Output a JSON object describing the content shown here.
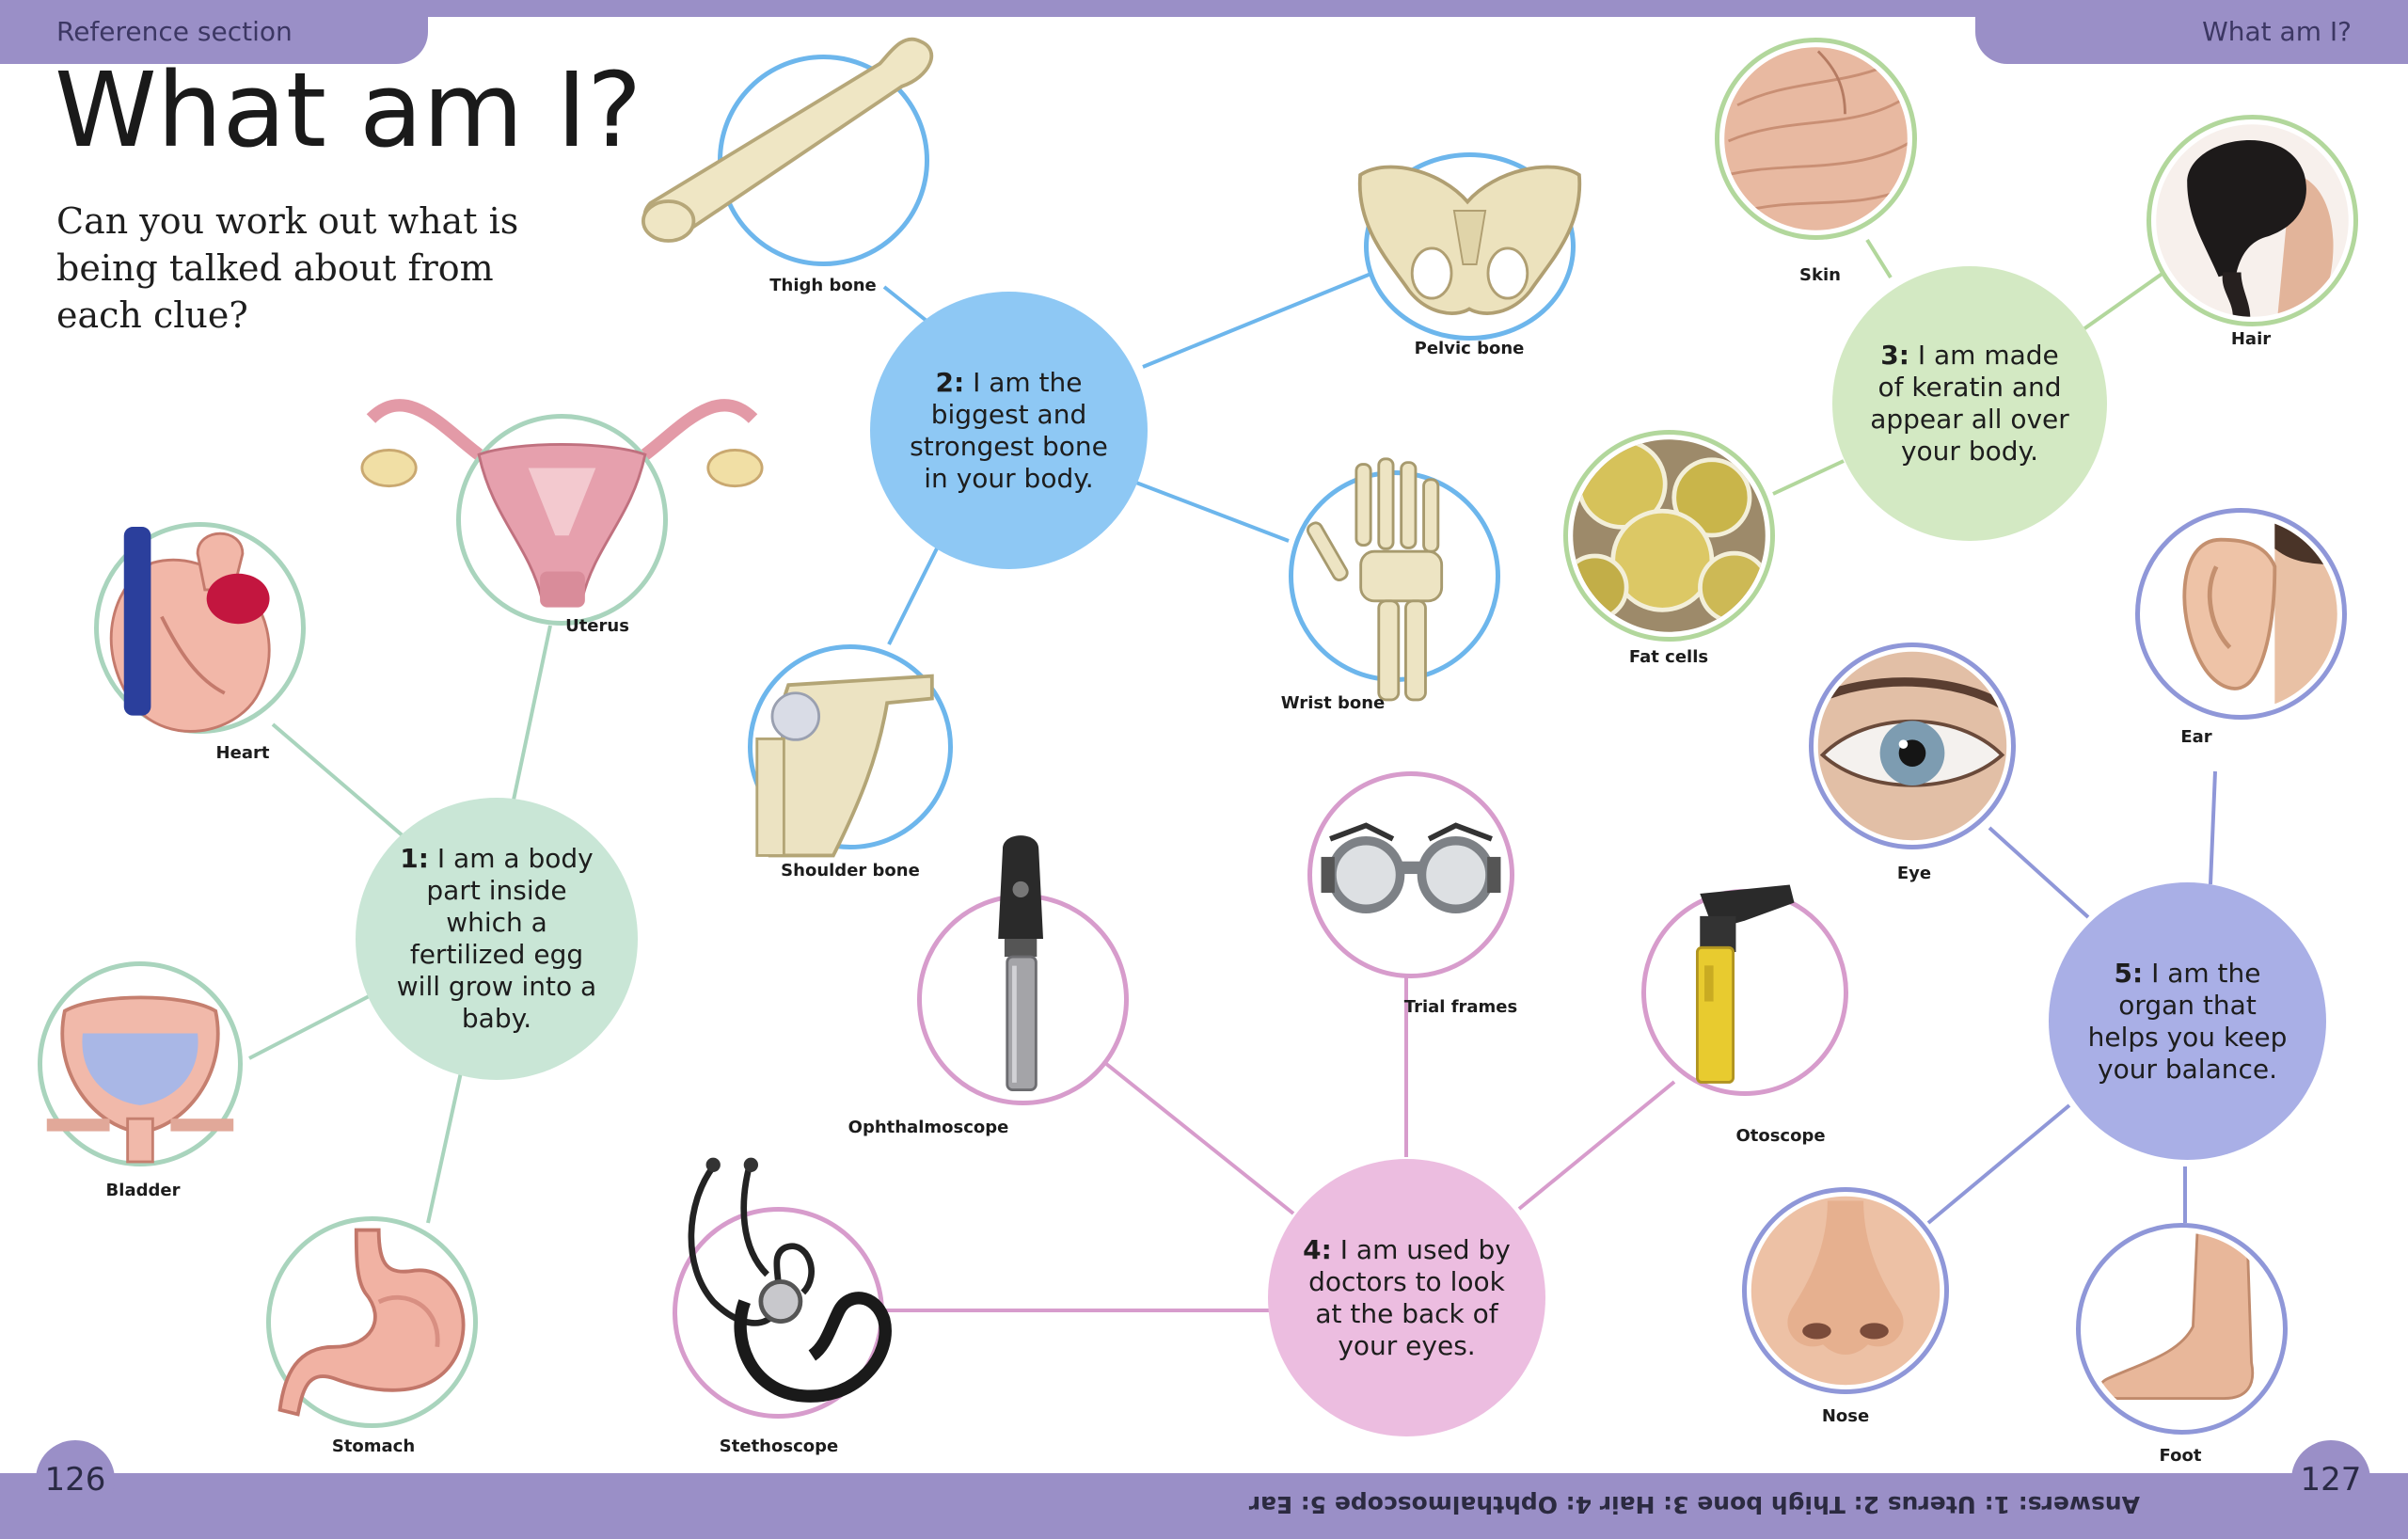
{
  "header": {
    "left": "Reference section",
    "right": "What am I?"
  },
  "title": "What am I?",
  "intro": "Can you work out what is being talked about from each clue?",
  "pages": {
    "left": "126",
    "right": "127"
  },
  "answers": "Answers: 1: Uterus 2: Thigh bone 3: Hair 4: Ophthalmoscope 5: Ear",
  "clues": [
    {
      "num": "1:",
      "text": "I am a body part inside which a fertilized egg will grow into a baby."
    },
    {
      "num": "2:",
      "text": "I am the biggest and strongest bone in your body."
    },
    {
      "num": "3:",
      "text": "I am made of keratin and appear all over your body."
    },
    {
      "num": "4:",
      "text": "I am used by doctors to look at the back of your eyes."
    },
    {
      "num": "5:",
      "text": "I am the organ that helps you keep your balance."
    }
  ],
  "labels": {
    "heart": "Heart",
    "uterus": "Uterus",
    "bladder": "Bladder",
    "stomach": "Stomach",
    "thigh": "Thigh bone",
    "pelvic": "Pelvic bone",
    "wrist": "Wrist bone",
    "shoulder": "Shoulder bone",
    "skin": "Skin",
    "hair": "Hair",
    "fat": "Fat cells",
    "ophthalmoscope": "Ophthalmoscope",
    "trial": "Trial frames",
    "otoscope": "Otoscope",
    "stethoscope": "Stethoscope",
    "eye": "Eye",
    "ear": "Ear",
    "nose": "Nose",
    "foot": "Foot"
  },
  "colors": {
    "band": "#9a8fc7",
    "green": "#c9e6d6",
    "green_line": "#a9d4bd",
    "blue": "#8ec8f4",
    "blue_line": "#6db6ec",
    "lime": "#d3e9c3",
    "lime_line": "#b2d79c",
    "pink": "#ecbde0",
    "pink_line": "#d79ccc",
    "violet": "#a9afe6",
    "violet_line": "#8f97d8"
  },
  "icons": [
    "heart-icon",
    "uterus-icon",
    "bladder-icon",
    "stomach-icon",
    "thigh-bone-icon",
    "pelvic-bone-icon",
    "wrist-bone-icon",
    "shoulder-bone-icon",
    "skin-icon",
    "hair-icon",
    "fat-cells-icon",
    "ophthalmoscope-icon",
    "trial-frames-icon",
    "otoscope-icon",
    "stethoscope-icon",
    "eye-icon",
    "ear-icon",
    "nose-icon",
    "foot-icon"
  ]
}
